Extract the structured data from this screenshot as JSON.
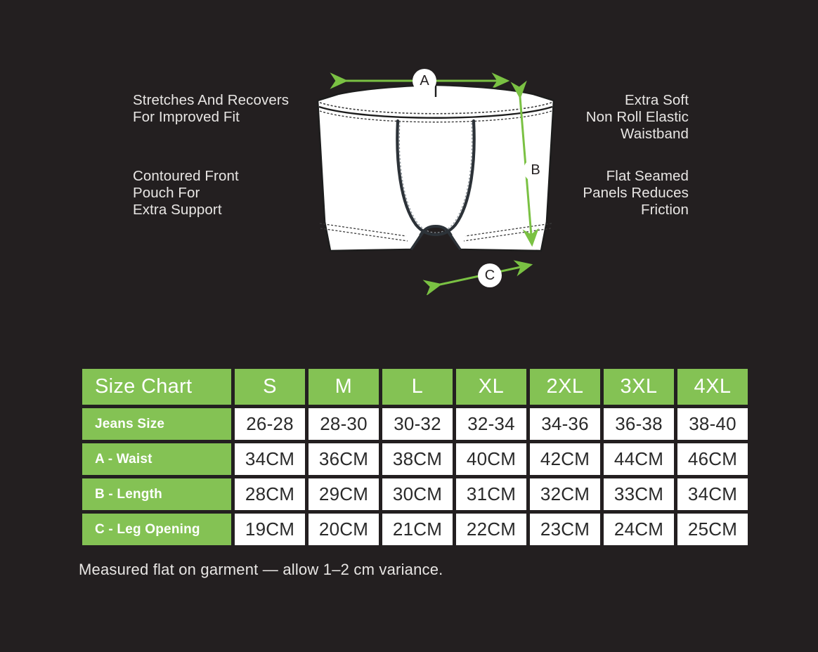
{
  "background_color": "#231f20",
  "accent_green": "#84c254",
  "diagram": {
    "garment": "boxer-brief-front-view",
    "features_left": [
      {
        "id": "stretches",
        "text": "Stretches And Recovers\nFor Improved Fit"
      },
      {
        "id": "contoured",
        "text": "Contoured Front\nPouch For\nExtra Support"
      }
    ],
    "features_right": [
      {
        "id": "waistband",
        "text": "Extra Soft\nNon Roll Elastic\nWaistband"
      },
      {
        "id": "flat-seam",
        "text": "Flat Seamed\nPanels Reduces\nFriction"
      }
    ],
    "dimension_markers": [
      {
        "id": "A",
        "label": "A",
        "measures": "waist",
        "orientation": "horizontal"
      },
      {
        "id": "B",
        "label": "B",
        "measures": "length",
        "orientation": "vertical"
      },
      {
        "id": "C",
        "label": "C",
        "measures": "leg-opening",
        "orientation": "diagonal"
      }
    ]
  },
  "chart_data": {
    "type": "table",
    "title": "Size Chart",
    "categories": [
      "S",
      "M",
      "L",
      "XL",
      "2XL",
      "3XL",
      "4XL"
    ],
    "series": [
      {
        "name": "Jeans Size",
        "values": [
          "26-28",
          "28-30",
          "30-32",
          "32-34",
          "34-36",
          "36-38",
          "38-40"
        ]
      },
      {
        "name": "A - Waist",
        "values": [
          "34CM",
          "36CM",
          "38CM",
          "40CM",
          "42CM",
          "44CM",
          "46CM"
        ]
      },
      {
        "name": "B - Length",
        "values": [
          "28CM",
          "29CM",
          "30CM",
          "31CM",
          "32CM",
          "33CM",
          "34CM"
        ]
      },
      {
        "name": "C - Leg Opening",
        "values": [
          "19CM",
          "20CM",
          "21CM",
          "22CM",
          "23CM",
          "24CM",
          "25CM"
        ]
      }
    ],
    "note": "Measured flat on garment — allow 1–2 cm variance."
  }
}
